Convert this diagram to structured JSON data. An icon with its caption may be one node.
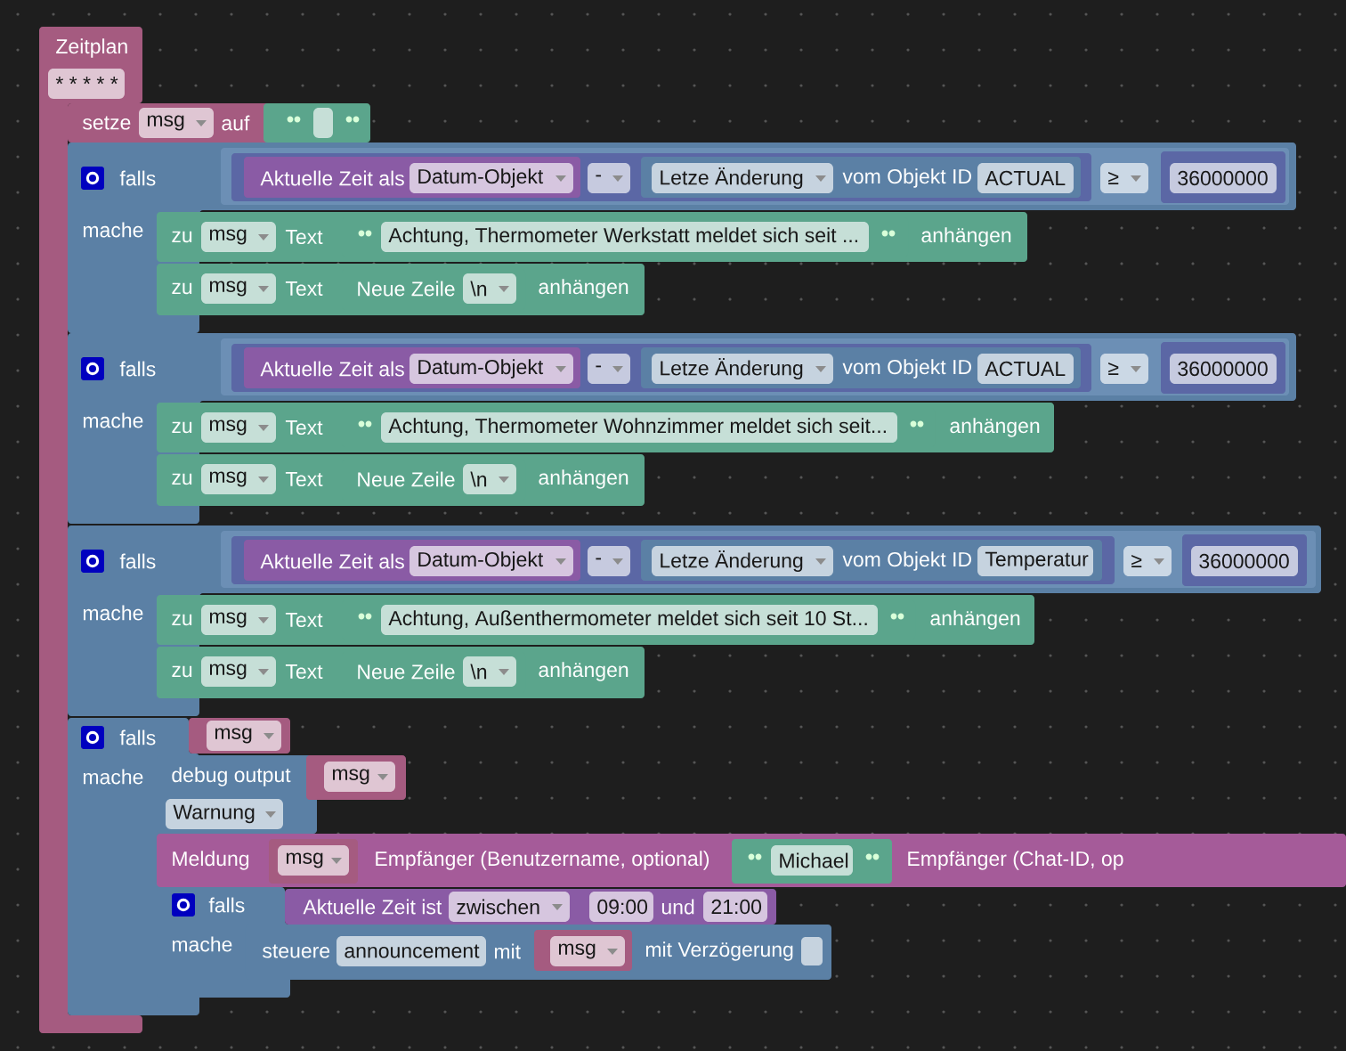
{
  "diagram": {
    "nodes": [
      {
        "text": [
          "Zeitplan",
          "* * * * *"
        ]
      },
      {
        "text": [
          "setze",
          "msg",
          "auf"
        ]
      },
      {
        "text": [],
        "shape": "box"
      },
      {
        "text": [
          "falls",
          "mache"
        ]
      },
      {
        "text": [
          "≥"
        ],
        "in": 3
      },
      {
        "text": [
          "-"
        ],
        "in": 4
      },
      {
        "text": [
          "Aktuelle Zeit als",
          "Datum-Objekt"
        ],
        "in": 5
      },
      {
        "text": [
          "Letze Änderung",
          "vom Objekt ID",
          "ACTUAL"
        ],
        "in": 5
      },
      {
        "text": [
          "36000000"
        ],
        "in": 4
      },
      {
        "text": [
          "zu",
          "msg",
          "Text",
          "anhängen"
        ],
        "in": 3
      },
      {
        "text": [
          "Achtung, Thermometer Werkstatt meldet sich seit ..."
        ],
        "in": 9
      },
      {
        "text": [
          "zu",
          "msg",
          "Text",
          "anhängen"
        ],
        "in": 3
      },
      {
        "text": [
          "Neue Zeile",
          "\\n"
        ],
        "in": 11
      },
      {
        "text": [
          "falls",
          "mache"
        ]
      },
      {
        "text": [
          "≥"
        ],
        "in": 13
      },
      {
        "text": [
          "-"
        ],
        "in": 14
      },
      {
        "text": [
          "Aktuelle Zeit als",
          "Datum-Objekt"
        ],
        "in": 15
      },
      {
        "text": [
          "Letze Änderung",
          "vom Objekt ID",
          "ACTUAL"
        ],
        "in": 15
      },
      {
        "text": [
          "36000000"
        ],
        "in": 14
      },
      {
        "text": [
          "zu",
          "msg",
          "Text",
          "anhängen"
        ],
        "in": 13
      },
      {
        "text": [
          "Achtung, Thermometer Wohnzimmer meldet sich seit..."
        ],
        "in": 19
      },
      {
        "text": [
          "zu",
          "msg",
          "Text",
          "anhängen"
        ],
        "in": 13
      },
      {
        "text": [
          "Neue Zeile",
          "\\n"
        ],
        "in": 21
      },
      {
        "text": [
          "falls",
          "mache"
        ]
      },
      {
        "text": [
          "≥"
        ],
        "in": 23
      },
      {
        "text": [
          "-"
        ],
        "in": 24
      },
      {
        "text": [
          "Aktuelle Zeit als",
          "Datum-Objekt"
        ],
        "in": 25
      },
      {
        "text": [
          "Letze Änderung",
          "vom Objekt ID",
          "Temperatur"
        ],
        "in": 25
      },
      {
        "text": [
          "36000000"
        ],
        "in": 24
      },
      {
        "text": [
          "zu",
          "msg",
          "Text",
          "anhängen"
        ],
        "in": 23
      },
      {
        "text": [
          "Achtung, Außenthermometer meldet sich seit 10 St..."
        ],
        "in": 29
      },
      {
        "text": [
          "zu",
          "msg",
          "Text",
          "anhängen"
        ],
        "in": 23
      },
      {
        "text": [
          "Neue Zeile",
          "\\n"
        ],
        "in": 31
      },
      {
        "text": [
          "falls",
          "mache"
        ]
      },
      {
        "text": [
          "msg"
        ]
      },
      {
        "text": [
          "debug output",
          "Warnung"
        ]
      },
      {
        "text": [
          "msg"
        ]
      },
      {
        "text": [
          "Meldung",
          "Empfänger (Benutzername, optional)",
          "Empfänger (Chat-ID, op"
        ]
      },
      {
        "text": [
          "msg"
        ],
        "in": 37
      },
      {
        "text": [
          "Michael"
        ],
        "in": 37
      },
      {
        "text": [
          "falls",
          "mache"
        ]
      },
      {
        "text": [
          "Aktuelle Zeit ist",
          "zwischen",
          "09:00",
          "und",
          "21:00"
        ]
      },
      {
        "text": [
          "steuere",
          "announcement",
          "mit",
          "mit Verzögerung"
        ]
      },
      {
        "text": [
          "msg"
        ],
        "in": 42
      }
    ]
  }
}
